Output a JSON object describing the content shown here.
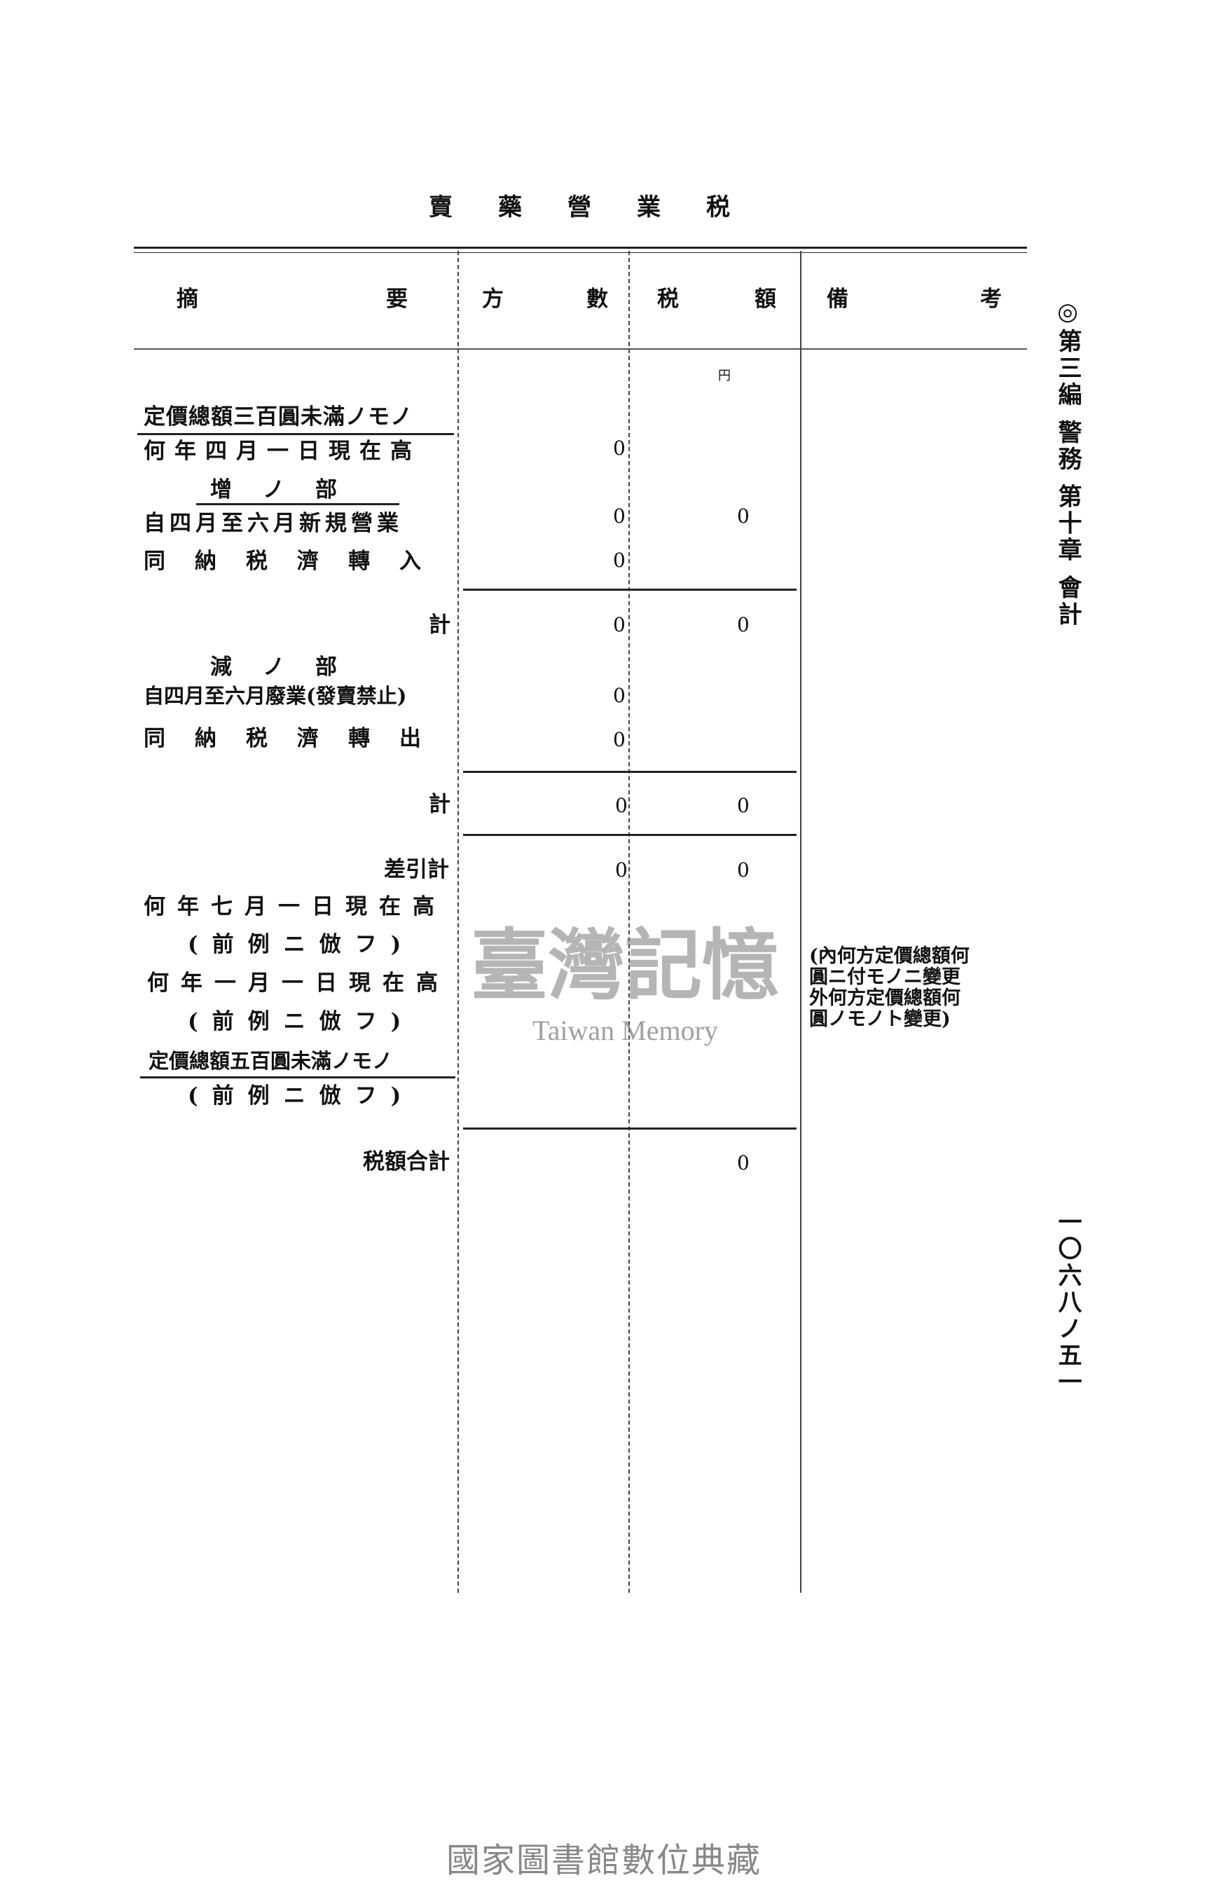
{
  "title": [
    "賣",
    "藥",
    "營",
    "業",
    "税"
  ],
  "header": {
    "summary": [
      "摘",
      "要"
    ],
    "count": [
      "方",
      "數"
    ],
    "tax": [
      "税",
      "額"
    ],
    "remarks": [
      "備",
      "考"
    ]
  },
  "unit": "円",
  "rows": [
    {
      "label": "定價總額三百圓未滿ノモノ",
      "count": "",
      "tax": ""
    },
    {
      "label": "何年四月一日現在高",
      "count": "0",
      "tax": ""
    },
    {
      "label": "增ノ部",
      "count": "",
      "tax": ""
    },
    {
      "label": "自四月至六月新規營業",
      "count": "0",
      "tax": "0"
    },
    {
      "label": "同納税濟轉入",
      "count": "0",
      "tax": ""
    },
    {
      "label": "計",
      "count": "0",
      "tax": "0"
    },
    {
      "label": "減ノ部",
      "count": "",
      "tax": ""
    },
    {
      "label": "自四月至六月廢業(發賣禁止)",
      "count": "0",
      "tax": ""
    },
    {
      "label": "同納税濟轉出",
      "count": "0",
      "tax": ""
    },
    {
      "label": "計",
      "count": "0",
      "tax": "0"
    },
    {
      "label": "差引計",
      "count": "0",
      "tax": "0"
    },
    {
      "label": "何年七月一日現在高",
      "count": "",
      "tax": ""
    },
    {
      "label": "(前例ニ倣フ)",
      "count": "",
      "tax": ""
    },
    {
      "label": "何年一月一日現在高",
      "count": "",
      "tax": ""
    },
    {
      "label": "(前例ニ倣フ)",
      "count": "",
      "tax": ""
    },
    {
      "label": "定價總額五百圓未滿ノモノ",
      "count": "",
      "tax": ""
    },
    {
      "label": "(前例ニ倣フ)",
      "count": "",
      "tax": ""
    },
    {
      "label": "税額合計",
      "count": "",
      "tax": "0"
    }
  ],
  "remarks": [
    "(內何方定價總額何",
    "圓ニ付モノニ變更",
    "外何方定價總額何",
    "圓ノモノト變更)"
  ],
  "side_header": "◎第三編 警務 第十章 會計",
  "page_number": "一〇六八ノ五一",
  "watermark": {
    "chinese": "臺灣記憶",
    "english": "Taiwan Memory"
  },
  "footer": "國家圖書館數位典藏"
}
